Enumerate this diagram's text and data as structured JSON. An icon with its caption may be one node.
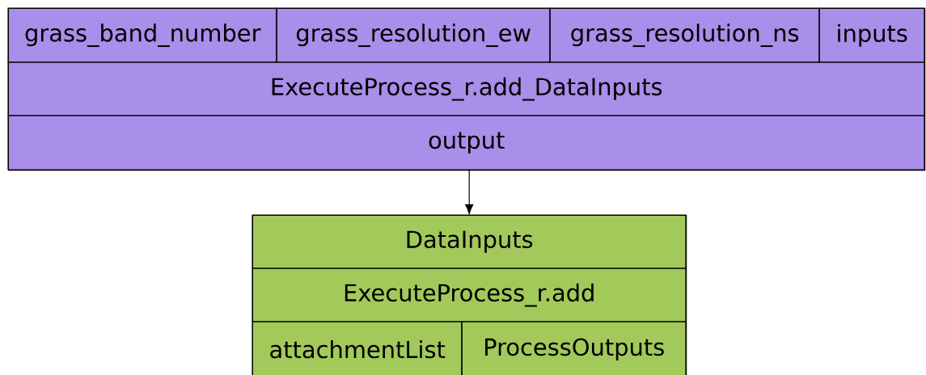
{
  "diagram": {
    "nodes": [
      {
        "text": [],
        "shape": "box"
      },
      {
        "text": [
          "grass_band_number"
        ],
        "in": 0
      },
      {
        "text": [
          "grass_resolution_ew"
        ],
        "in": 0
      },
      {
        "text": [
          "grass_resolution_ns"
        ],
        "in": 0
      },
      {
        "text": [
          "inputs"
        ],
        "in": 0
      },
      {
        "text": [
          "ExecuteProcess_r.add_DataInputs"
        ],
        "in": 0
      },
      {
        "text": [
          "output"
        ],
        "in": 0
      },
      {
        "text": [],
        "shape": "box"
      },
      {
        "text": [
          "DataInputs"
        ],
        "in": 7
      },
      {
        "text": [
          "ExecuteProcess_r.add"
        ],
        "in": 7
      },
      {
        "text": [
          "attachmentList"
        ],
        "in": 7
      },
      {
        "text": [
          "ProcessOutputs"
        ],
        "in": 7
      }
    ],
    "edges": [
      {
        "from": 6,
        "to": 8,
        "arrow": "to"
      }
    ]
  }
}
